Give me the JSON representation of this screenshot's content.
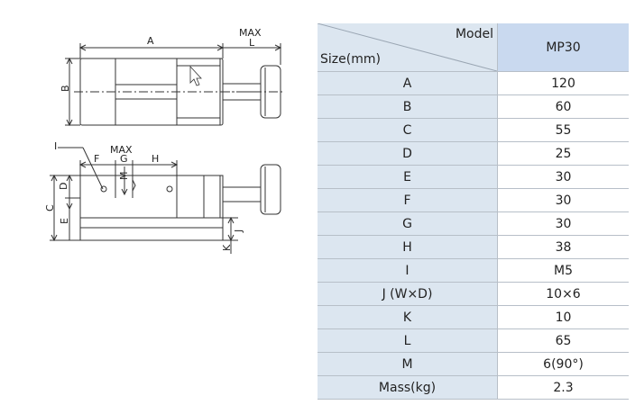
{
  "drawing": {
    "labels": {
      "a": "A",
      "max_top": "MAX",
      "l": "L",
      "b": "B",
      "i": "I",
      "max_side": "MAX",
      "f": "F",
      "g": "G",
      "h": "H",
      "m": "M",
      "d": "D",
      "c": "C",
      "e": "E",
      "j": "J",
      "k": "K"
    }
  },
  "table": {
    "header": {
      "model_label": "Model",
      "size_label": "Size(mm)",
      "model_value": "MP30"
    },
    "rows": [
      {
        "label": "A",
        "value": "120"
      },
      {
        "label": "B",
        "value": "60"
      },
      {
        "label": "C",
        "value": "55"
      },
      {
        "label": "D",
        "value": "25"
      },
      {
        "label": "E",
        "value": "30"
      },
      {
        "label": "F",
        "value": "30"
      },
      {
        "label": "G",
        "value": "30"
      },
      {
        "label": "H",
        "value": "38"
      },
      {
        "label": "I",
        "value": "M5"
      },
      {
        "label": "J (W×D)",
        "value": "10×6"
      },
      {
        "label": "K",
        "value": "10"
      },
      {
        "label": "L",
        "value": "65"
      },
      {
        "label": "M",
        "value": "6(90°)"
      },
      {
        "label": "Mass(kg)",
        "value": "2.3"
      }
    ]
  }
}
